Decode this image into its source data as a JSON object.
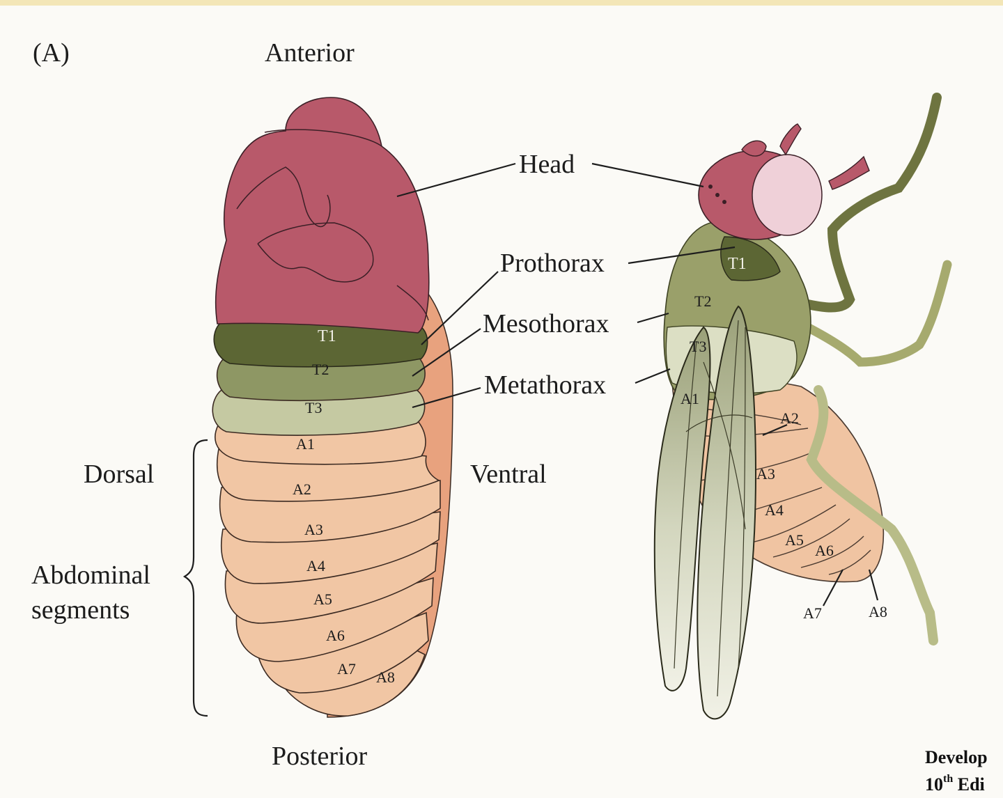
{
  "panel_label": "(A)",
  "orientation": {
    "anterior": "Anterior",
    "posterior": "Posterior",
    "dorsal": "Dorsal",
    "ventral": "Ventral"
  },
  "callouts": {
    "head": "Head",
    "prothorax": "Prothorax",
    "mesothorax": "Mesothorax",
    "metathorax": "Metathorax"
  },
  "abdominal_label": {
    "line1": "Abdominal",
    "line2": "segments"
  },
  "embryo_segments": {
    "thorax": [
      "T1",
      "T2",
      "T3"
    ],
    "abdomen": [
      "A1",
      "A2",
      "A3",
      "A4",
      "A5",
      "A6",
      "A7",
      "A8"
    ]
  },
  "adult_segments": {
    "thorax": [
      "T1",
      "T2",
      "T3"
    ],
    "abdomen": [
      "A1",
      "A2",
      "A3",
      "A4",
      "A5",
      "A6",
      "A7",
      "A8"
    ]
  },
  "credit": {
    "line1": "Develop",
    "line2_num": "10",
    "line2_sup": "th",
    "line2_rest": " Edi"
  },
  "colors": {
    "head": "#b8596a",
    "head_ventral": "#e8a27e",
    "t1": "#5c6634",
    "t2": "#8e9764",
    "t3": "#c5c9a2",
    "abdomen": "#f1c6a4",
    "eye": "#efd0d8"
  }
}
